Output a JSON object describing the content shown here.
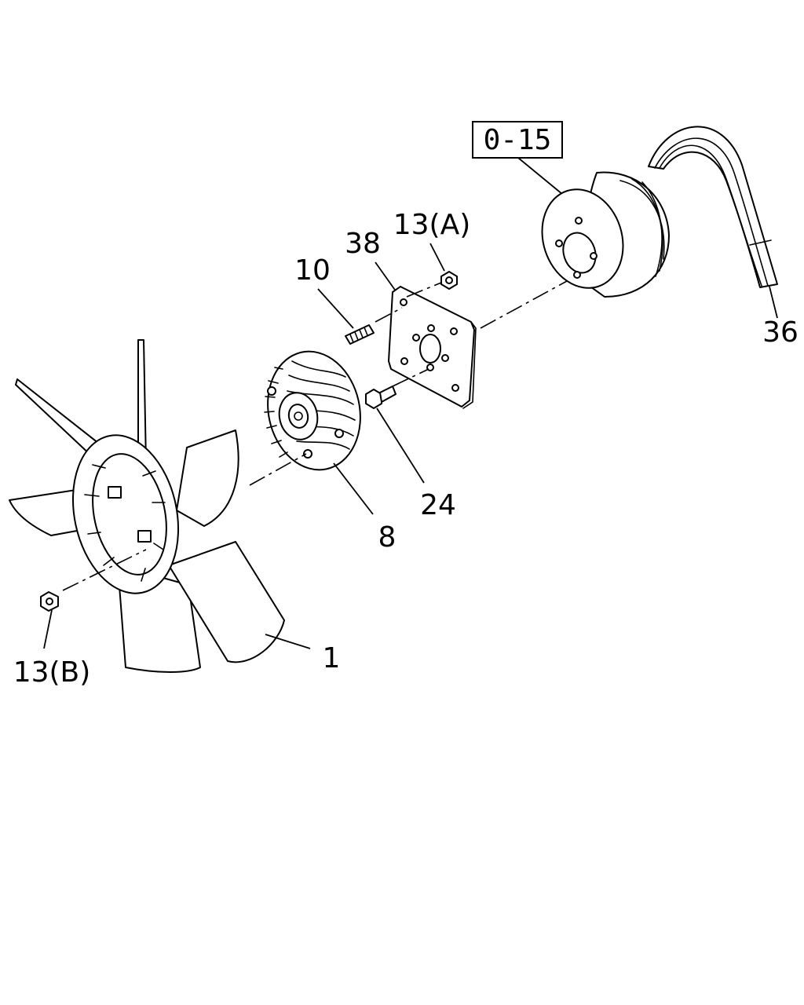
{
  "callouts": {
    "ref_group": "0-15",
    "belt": "36",
    "nut_a": "13(A)",
    "plate": "38",
    "stud": "10",
    "bolt": "24",
    "fan_clutch": "8",
    "fan": "1",
    "nut_b": "13(B)"
  },
  "colors": {
    "line": "#000000",
    "background": "#ffffff"
  }
}
